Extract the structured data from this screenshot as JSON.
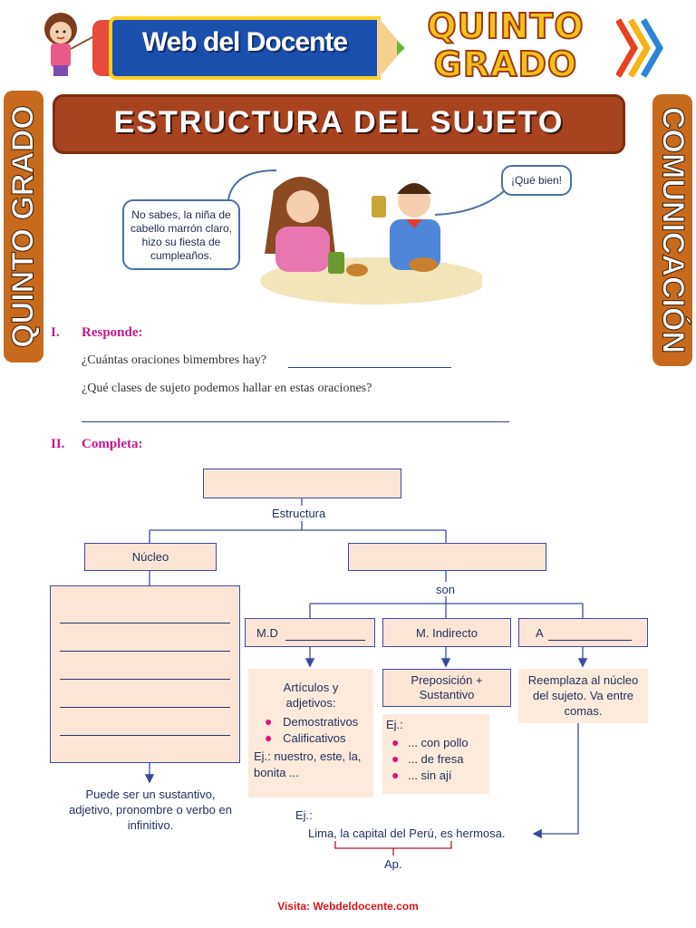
{
  "header": {
    "logo_text": "Web del Docente",
    "grade_line1": "QUINTO",
    "grade_line2": "GRADO"
  },
  "side": {
    "left": "QUINTO GRADO",
    "right": "COMUNICACIÓN"
  },
  "title": "ESTRUCTURA DEL SUJETO",
  "illustration": {
    "bubble_left": "No sabes, la niña de cabello marrón claro, hizo su fiesta de cumpleaños.",
    "bubble_right": "¡Qué bien!"
  },
  "section1": {
    "numeral": "I.",
    "heading": "Responde:",
    "q1": "¿Cuántas oraciones bimembres hay?",
    "q2": "¿Qué clases de sujeto podemos hallar en estas oraciones?"
  },
  "section2": {
    "numeral": "II.",
    "heading": "Completa:"
  },
  "diagram": {
    "estructura": "Estructura",
    "nucleo": "Núcleo",
    "son": "son",
    "md": "M.D",
    "mi": "M. Indirecto",
    "a": "A",
    "md_desc_title": "Artículos y adjetivos:",
    "md_items": [
      "Demostrativos",
      "Calificativos"
    ],
    "md_example": "Ej.: nuestro, este, la, bonita ...",
    "mi_desc": "Preposición + Sustantivo",
    "mi_example_label": "Ej.:",
    "mi_items": [
      "... con pollo",
      "... de fresa",
      "... sin ají"
    ],
    "a_desc": "Reemplaza al núcleo del sujeto. Va entre comas.",
    "nucleo_desc": "Puede ser un sustantivo, adjetivo, pronombre o verbo en infinitivo.",
    "example_label": "Ej.:",
    "example_sentence": "Lima, la capital del Perú, es hermosa.",
    "ap": "Ap."
  },
  "footer": "Visita: Webdeldocente.com",
  "colors": {
    "title_bg": "#a8431f",
    "side_bg": "#c86a1d",
    "section_heading": "#c2188d",
    "diagram_line": "#3a4aa0",
    "box_fill": "#fbe5d6"
  }
}
